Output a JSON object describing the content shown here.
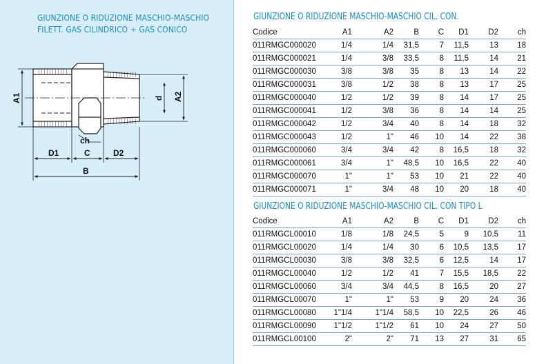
{
  "left": {
    "title_line1": "GIUNZIONE O RIDUZIONE MASCHIO-MASCHIO",
    "title_line2": "FILETT. GAS CILINDRICO ÷ GAS CONICO",
    "labels": {
      "a1": "A1",
      "a2": "A2",
      "d": "d",
      "ch": "ch",
      "d1": "D1",
      "c": "C",
      "d2": "D2",
      "b": "B"
    }
  },
  "table1": {
    "title": "GIUNZIONE O RIDUZIONE MASCHIO-MASCHIO CIL. CON.",
    "headers": [
      "Codice",
      "A1",
      "A2",
      "B",
      "C",
      "D1",
      "D2",
      "ch"
    ],
    "rows": [
      [
        "011RMGC000020",
        "1/4",
        "1/4",
        "31,5",
        "7",
        "11,5",
        "13",
        "18"
      ],
      [
        "011RMGC000021",
        "1/4",
        "3/8",
        "33,5",
        "8",
        "11,5",
        "14",
        "21"
      ],
      [
        "011RMGC000030",
        "3/8",
        "3/8",
        "35",
        "8",
        "13",
        "14",
        "22"
      ],
      [
        "011RMGC000031",
        "3/8",
        "1/2",
        "38",
        "8",
        "13",
        "17",
        "25"
      ],
      [
        "011RMGC000040",
        "1/2",
        "1/2",
        "39",
        "8",
        "14",
        "17",
        "25"
      ],
      [
        "011RMGC000041",
        "1/2",
        "3/8",
        "36",
        "8",
        "14",
        "14",
        "25"
      ],
      [
        "011RMGC000042",
        "1/2",
        "3/4",
        "40",
        "8",
        "14",
        "18",
        "32"
      ],
      [
        "011RMGC000043",
        "1/2",
        "1\"",
        "46",
        "10",
        "14",
        "22",
        "38"
      ],
      [
        "011RMGC000060",
        "3/4",
        "3/4",
        "42",
        "8",
        "16,5",
        "18",
        "32"
      ],
      [
        "011RMGC000061",
        "3/4",
        "1\"",
        "48,5",
        "10",
        "16,5",
        "22",
        "40"
      ],
      [
        "011RMGC000070",
        "1\"",
        "1\"",
        "53",
        "10",
        "21",
        "22",
        "40"
      ],
      [
        "011RMGC000071",
        "1\"",
        "3/4",
        "48",
        "10",
        "20",
        "18",
        "40"
      ]
    ]
  },
  "table2": {
    "title": "GIUNZIONE O RIDUZIONE MASCHIO-MASCHIO CIL. CON TIPO L",
    "headers": [
      "Codice",
      "A1",
      "A2",
      "B",
      "C",
      "D1",
      "D2",
      "ch"
    ],
    "rows": [
      [
        "011RMGCL00010",
        "1/8",
        "1/8",
        "24,5",
        "5",
        "9",
        "10,5",
        "11"
      ],
      [
        "011RMGCL00020",
        "1/4",
        "1/4",
        "30",
        "6",
        "10,5",
        "13,5",
        "17"
      ],
      [
        "011RMGCL00030",
        "3/8",
        "3/8",
        "32,5",
        "6",
        "12,5",
        "14",
        "17"
      ],
      [
        "011RMGCL00040",
        "1/2",
        "1/2",
        "41",
        "7",
        "15,5",
        "18,5",
        "22"
      ],
      [
        "011RMGCL00060",
        "3/4",
        "3/4",
        "44,5",
        "8",
        "16,5",
        "20",
        "27"
      ],
      [
        "011RMGCL00070",
        "1\"",
        "1\"",
        "53",
        "9",
        "20",
        "24",
        "36"
      ],
      [
        "011RMGCL00080",
        "1\"1/4",
        "1\"1/4",
        "58,5",
        "10",
        "22,5",
        "26",
        "46"
      ],
      [
        "011RMGCL00090",
        "1\"1/2",
        "1\"1/2",
        "61",
        "10",
        "24",
        "27",
        "50"
      ],
      [
        "011RMGCL00100",
        "2\"",
        "2\"",
        "71",
        "13",
        "27",
        "31",
        "65"
      ]
    ]
  }
}
